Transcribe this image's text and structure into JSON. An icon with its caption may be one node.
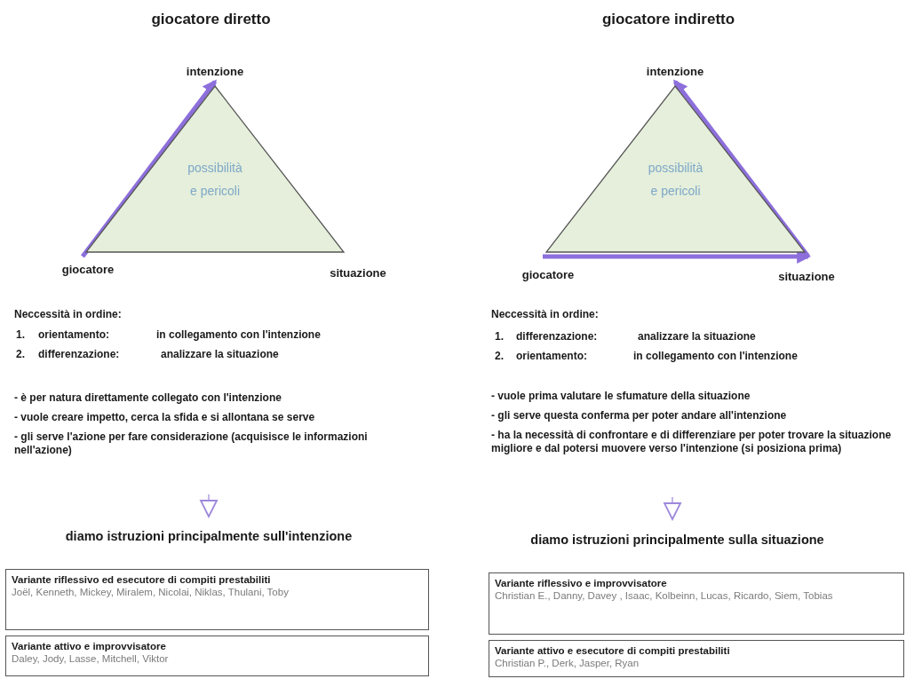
{
  "diagram": {
    "nodes": [
      {
        "text": [
          "intenzione"
        ]
      },
      {
        "text": [
          "possibilità e pericoli"
        ]
      },
      {
        "text": [
          "giocatore"
        ]
      },
      {
        "text": [
          "situazione"
        ]
      },
      {
        "text": [
          "diamo istruzioni principalmente sull'intenzione"
        ]
      },
      {
        "text": [
          "Variante riflessivo ed esecutore di compiti prestabiliti",
          "Joël, Kenneth, Mickey, Miralem, Nicolai, Niklas, Thulani, Toby"
        ]
      },
      {
        "text": [
          "Variante attivo e improvvisatore",
          "Daley, Jody, Lasse, Mitchell, Viktor"
        ]
      },
      {
        "text": [
          "intenzione"
        ]
      },
      {
        "text": [
          "possibilità e pericoli"
        ]
      },
      {
        "text": [
          "giocatore"
        ]
      },
      {
        "text": [
          "situazione"
        ]
      },
      {
        "text": [
          "diamo istruzioni principalmente sulla situazione"
        ]
      },
      {
        "text": [
          "Variante riflessivo e improvvisatore",
          "Christian E., Danny, Davey , Isaac, Kolbeinn, Lucas, Ricardo, Siem, Tobias"
        ]
      },
      {
        "text": [
          "Variante attivo e esecutore di compiti prestabiliti",
          "Christian P., Derk, Jasper, Ryan"
        ]
      }
    ],
    "edges": [
      {
        "from": 2,
        "to": 0,
        "arrow": "to"
      },
      {
        "from": null,
        "to": 4,
        "arrow": "to"
      },
      {
        "from": 9,
        "to": 10,
        "arrow": "to"
      },
      {
        "from": 10,
        "to": 7,
        "arrow": "to"
      },
      {
        "from": null,
        "to": 11,
        "arrow": "to"
      }
    ],
    "labels": [
      "giocatore diretto",
      "giocatore indiretto",
      "Neccessità in ordine:",
      "1.",
      "orientamento:",
      "in collegamento con l'intenzione",
      "2.",
      "differenzazione:",
      "analizzare la situazione",
      "- è per natura direttamente collegato con l'intenzione",
      "- vuole creare impetto, cerca la sfida e si allontana se serve",
      "- gli serve l'azione per fare considerazione (acquisisce le informazioni nell'azione)",
      "Neccessità in ordine:",
      "1.",
      "differenzazione:",
      "analizzare la situazione",
      "2.",
      "orientamento:",
      "in collegamento con l'intenzione",
      "- vuole prima valutare le sfumature della situazione",
      "- gli serve questa conferma per poter andare all'intenzione",
      "- ha la necessità di confrontare e di differenziare per poter trovare la situazione migliore e dal potersi muovere verso l'intenzione (si posiziona prima)"
    ]
  }
}
